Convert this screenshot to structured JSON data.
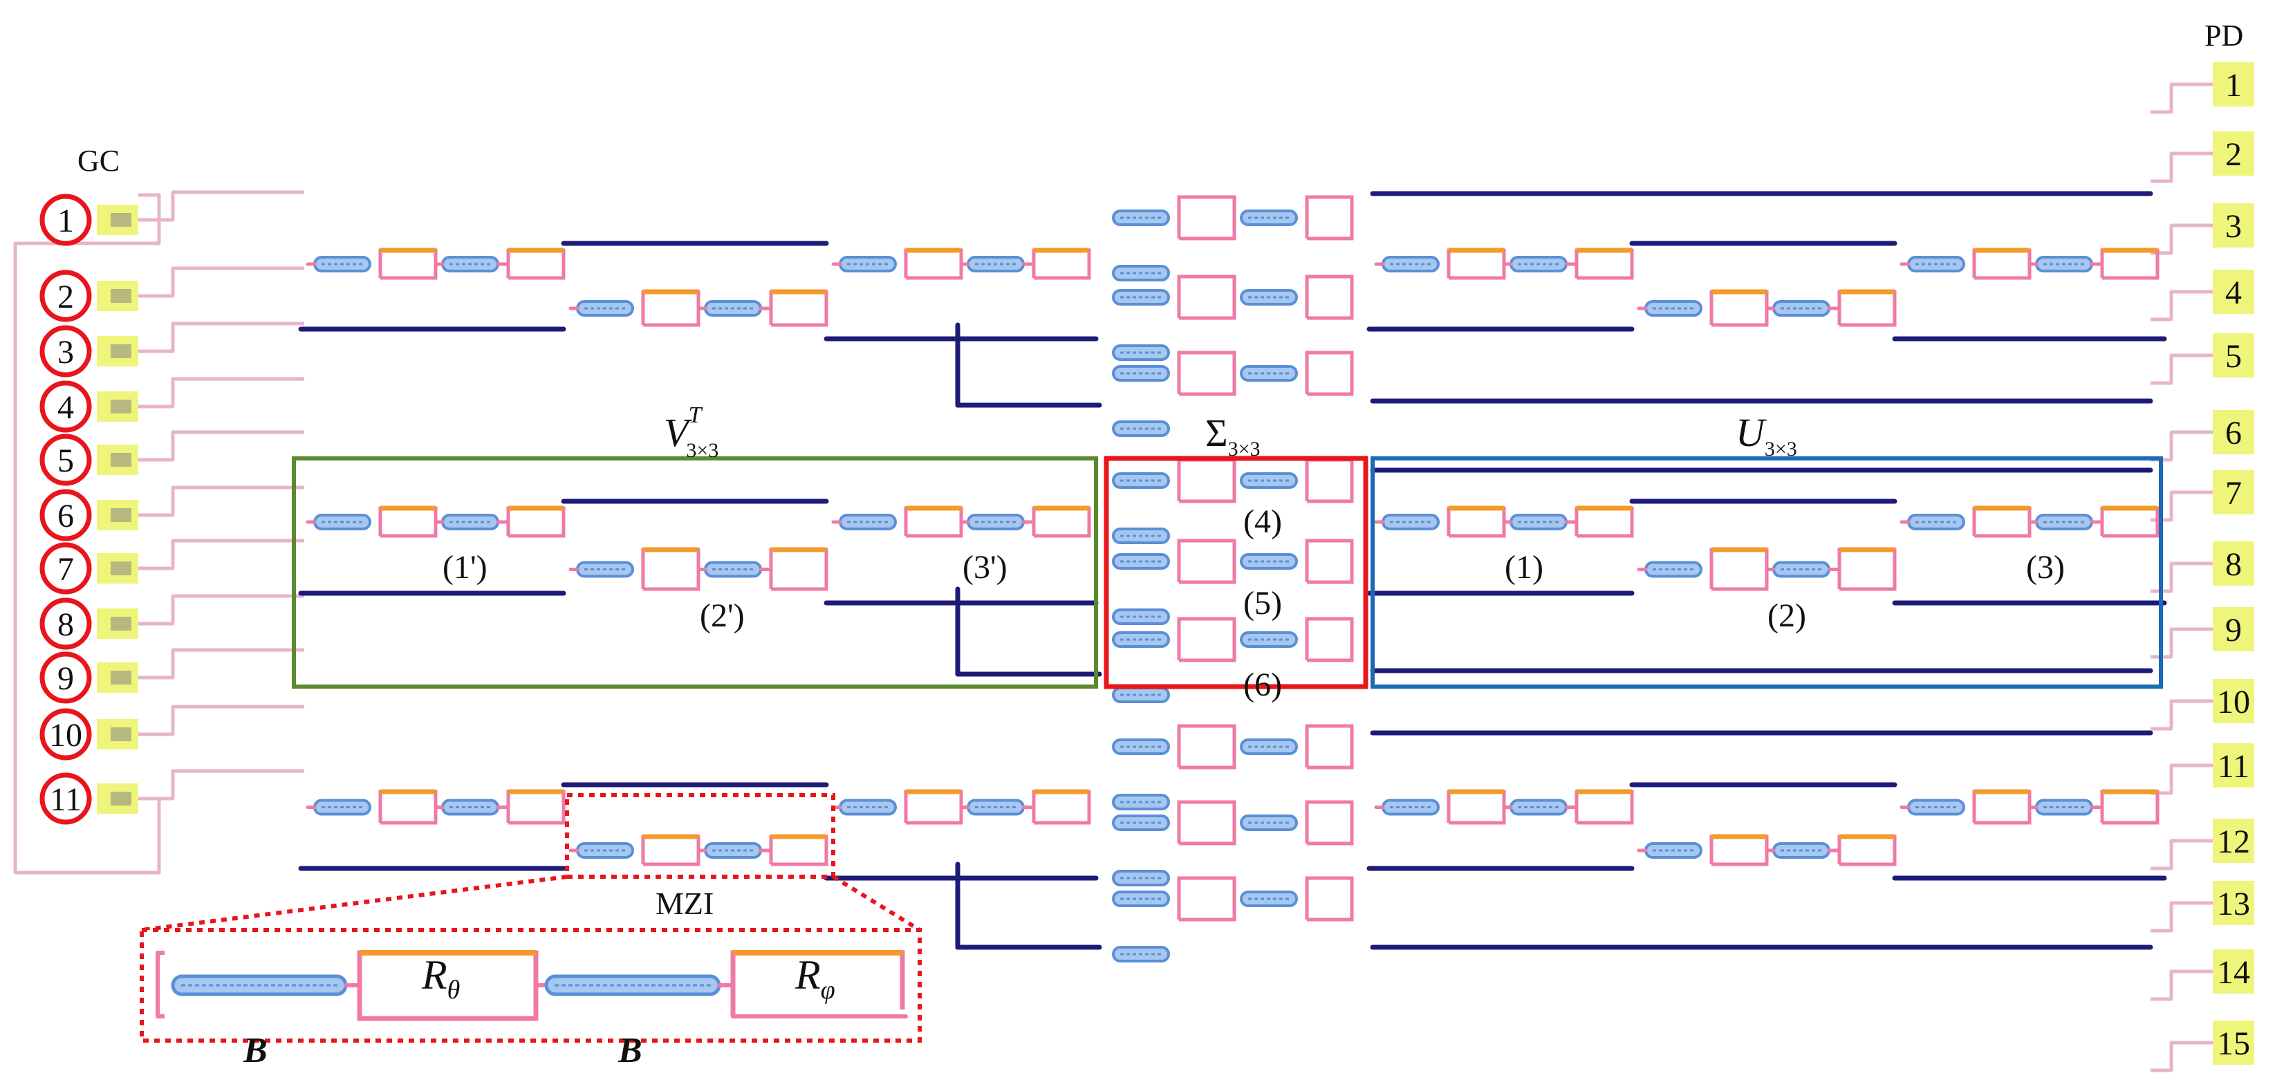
{
  "gc_title": "GC",
  "pd_title": "PD",
  "gc_ports": [
    "1",
    "2",
    "3",
    "4",
    "5",
    "6",
    "7",
    "8",
    "9",
    "10",
    "11"
  ],
  "pd_ports": [
    "1",
    "2",
    "3",
    "4",
    "5",
    "6",
    "7",
    "8",
    "9",
    "10",
    "11",
    "12",
    "13",
    "14",
    "15"
  ],
  "block_v": {
    "name": "V",
    "sup": "T",
    "sub": "3×3"
  },
  "block_sigma": {
    "name": "Σ",
    "sub": "3×3"
  },
  "block_u": {
    "name": "U",
    "sub": "3×3"
  },
  "v_mzi_labels": [
    "(1')",
    "(2')",
    "(3')"
  ],
  "sigma_mzi_labels": [
    "(4)",
    "(5)",
    "(6)"
  ],
  "u_mzi_labels": [
    "(1)",
    "(2)",
    "(3)"
  ],
  "mzi_title": "MZI",
  "mzi_inset": {
    "b1": "B",
    "r_theta": "R",
    "r_theta_sub": "θ",
    "b2": "B",
    "r_phi": "R",
    "r_phi_sub": "φ"
  },
  "colors": {
    "waveguide": "#f07aa6",
    "waveguide_light": "#e7b4c9",
    "dark_line": "#1c1c78",
    "heater": "#f39a2c",
    "coupler": "#5b8fd6",
    "coupler_fill": "#a6c7ef",
    "pad": "#eef57a",
    "pad_dot": "#b6b880",
    "gc_circle": "#e8151b",
    "v_box": "#5a8a2e",
    "sigma_box": "#e8151b",
    "u_box": "#1a6ab8",
    "inset_border": "#e8151b"
  }
}
